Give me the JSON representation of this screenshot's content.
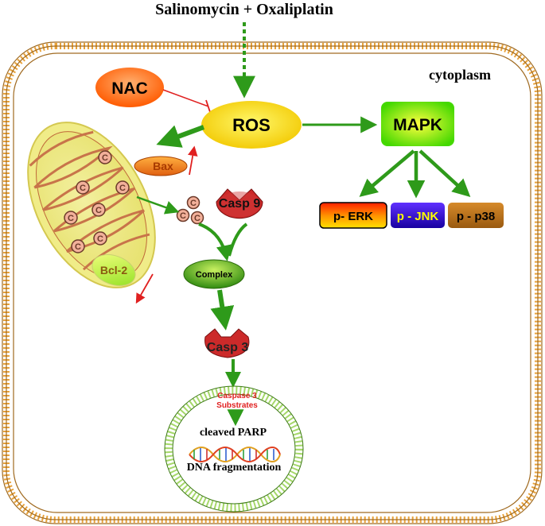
{
  "stimulus": "Salinomycin + Oxaliplatin",
  "compartment": "cytoplasm",
  "nodes": {
    "nac": "NAC",
    "ros": "ROS",
    "mapk": "MAPK",
    "bax": "Bax",
    "bcl2": "Bcl-2",
    "casp9": "Casp 9",
    "complex": "Complex",
    "casp3": "Casp 3",
    "p_erk": "p- ERK",
    "p_jnk": "p - JNK",
    "p_p38": "p - p38"
  },
  "cytochrome_label": "C",
  "nucleus": {
    "substrates_line1": "Caspase 3",
    "substrates_line2": "Substrates",
    "cleaved_parp": "cleaved PARP",
    "dna_fragmentation": "DNA fragmentation"
  },
  "colors": {
    "arrow_green": "#2e9a1a",
    "inhibit_red": "#e02020",
    "membrane_orange": "#e8a23a",
    "nucleus_green": "#a6d86a",
    "ros_yellow": "#f6e400",
    "mapk_green": "#5fe000",
    "casp_red": "#cc2222"
  }
}
